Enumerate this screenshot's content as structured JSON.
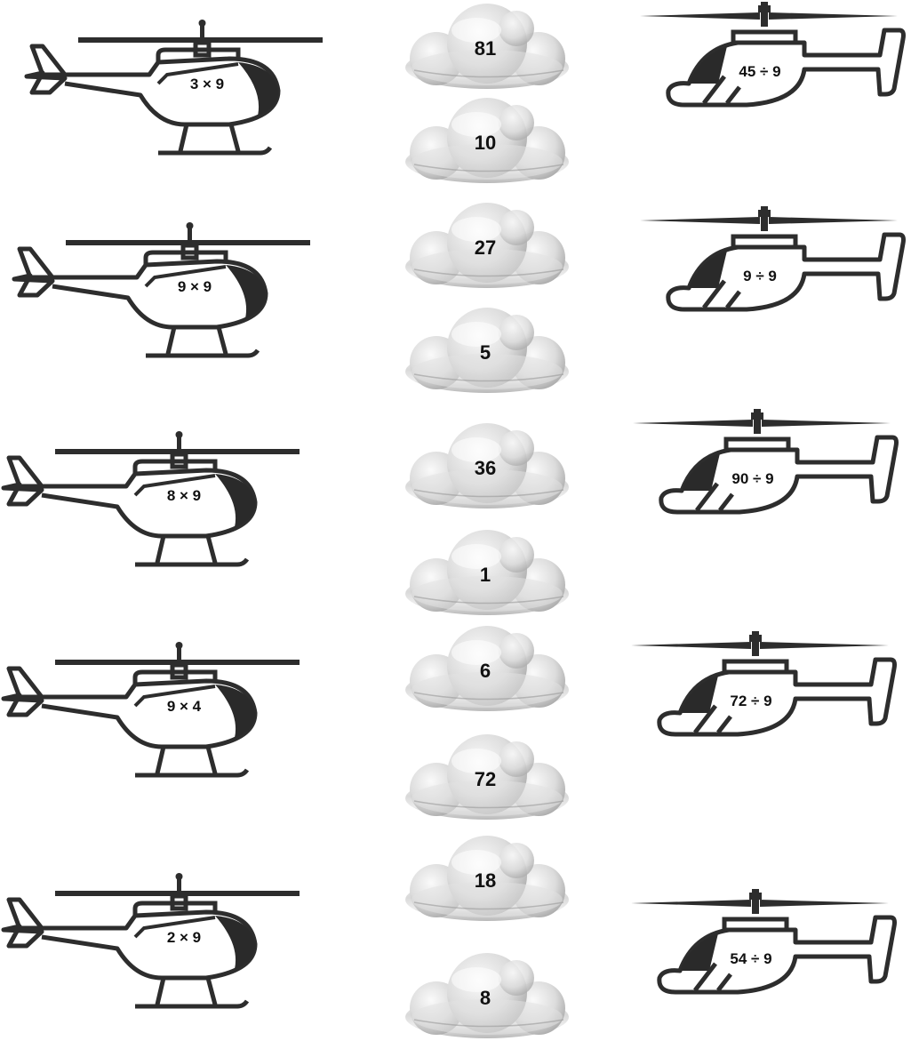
{
  "worksheet": {
    "left_helicopters": [
      {
        "label": "3 × 9"
      },
      {
        "label": "9 × 9"
      },
      {
        "label": "8 × 9"
      },
      {
        "label": "9 × 4"
      },
      {
        "label": "2 × 9"
      }
    ],
    "clouds": [
      {
        "label": "81"
      },
      {
        "label": "10"
      },
      {
        "label": "27"
      },
      {
        "label": "5"
      },
      {
        "label": "36"
      },
      {
        "label": "1"
      },
      {
        "label": "6"
      },
      {
        "label": "72"
      },
      {
        "label": "18"
      },
      {
        "label": "8"
      }
    ],
    "right_helicopters": [
      {
        "label": "45 ÷ 9"
      },
      {
        "label": "9 ÷ 9"
      },
      {
        "label": "90 ÷ 9"
      },
      {
        "label": "72 ÷ 9"
      },
      {
        "label": "54 ÷ 9"
      }
    ],
    "colors": {
      "line": "#2d2d2d",
      "fill": "#ffffff",
      "dark": "#2a2a2a"
    }
  }
}
